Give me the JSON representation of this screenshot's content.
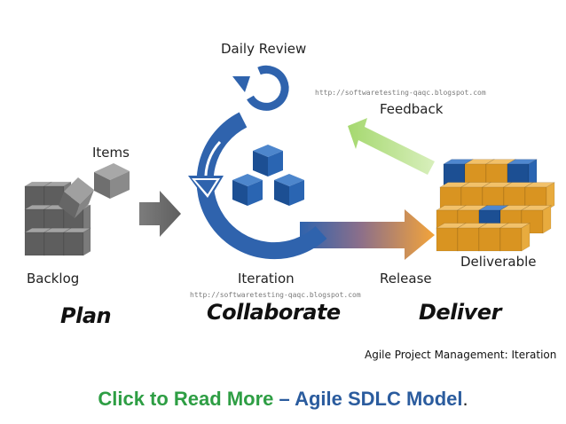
{
  "labels": {
    "daily_review": "Daily Review",
    "items": "Items",
    "feedback": "Feedback",
    "backlog": "Backlog",
    "iteration": "Iteration",
    "release": "Release",
    "deliverable": "Deliverable"
  },
  "phases": {
    "plan": "Plan",
    "collaborate": "Collaborate",
    "deliver": "Deliver"
  },
  "watermark_top": "http://softwaretesting-qaqc.blogspot.com",
  "watermark_bottom": "http://softwaretesting-qaqc.blogspot.com",
  "caption": "Agile Project Management: Iteration",
  "cta": {
    "link_text": "Click to Read More",
    "dash": "–",
    "model_text": "Agile SDLC Model",
    "period": "."
  },
  "colors": {
    "cycle_blue": "#2f63ad",
    "cube_blue": "#1f5aa6",
    "backlog_gray": "#6e6e6e",
    "deliverable_orange": "#e0a02b",
    "feedback_green": "#b8e08a",
    "release_orange": "#f3a43a",
    "cta_green": "#2e9e44",
    "cta_blue": "#2b5c9e"
  }
}
